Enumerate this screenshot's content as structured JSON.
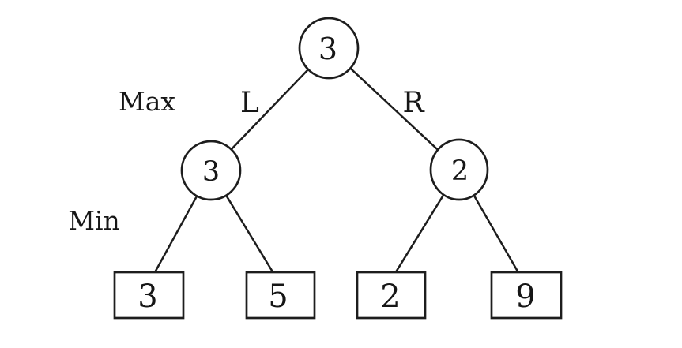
{
  "diagram": {
    "kind": "minimax-game-tree",
    "level_labels": {
      "max": "Max",
      "min": "Min"
    },
    "branch_labels": {
      "left": "L",
      "right": "R"
    },
    "nodes": {
      "root": {
        "value": "3",
        "shape": "circle"
      },
      "left": {
        "value": "3",
        "shape": "circle"
      },
      "right": {
        "value": "2",
        "shape": "circle"
      },
      "leaves": [
        "3",
        "5",
        "2",
        "9"
      ]
    },
    "colors": {
      "root_value": "#ef3b4b",
      "left_branch": "#2e6fe4",
      "right_branch": "#d32d2d",
      "line": "#1d1d1d",
      "node_fill": "#ffffff",
      "text": "#161616"
    }
  }
}
